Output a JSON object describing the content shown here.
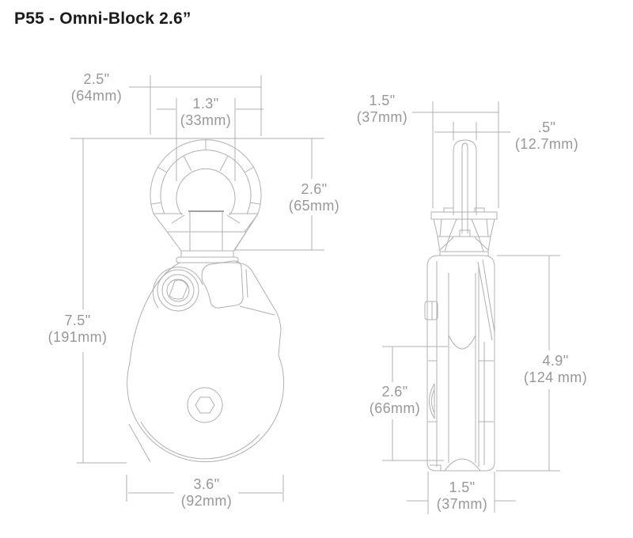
{
  "title": "P55 - Omni-Block 2.6”",
  "colors": {
    "line": "#b0b0b0",
    "dim_text": "#98989a",
    "title_text": "#1b1b1b"
  },
  "front_view": {
    "dims": {
      "eye_outer_width": {
        "inches": "2.5\"",
        "metric": "(64mm)"
      },
      "eye_inner_width": {
        "inches": "1.3\"",
        "metric": "(33mm)"
      },
      "swivel_height": {
        "inches": "2.6\"",
        "metric": "(65mm)"
      },
      "overall_height": {
        "inches": "7.5\"",
        "metric": "(191mm)"
      },
      "body_width": {
        "inches": "3.6\"",
        "metric": "(92mm)"
      }
    }
  },
  "side_view": {
    "dims": {
      "swivel_width": {
        "inches": "1.5\"",
        "metric": "(37mm)"
      },
      "eye_thickness": {
        "inches": ".5\"",
        "metric": "(12.7mm)"
      },
      "body_height": {
        "inches": "4.9\"",
        "metric": "(124 mm)"
      },
      "sheave_diameter": {
        "inches": "2.6\"",
        "metric": "(66mm)"
      },
      "body_thickness": {
        "inches": "1.5\"",
        "metric": "(37mm)"
      }
    }
  }
}
